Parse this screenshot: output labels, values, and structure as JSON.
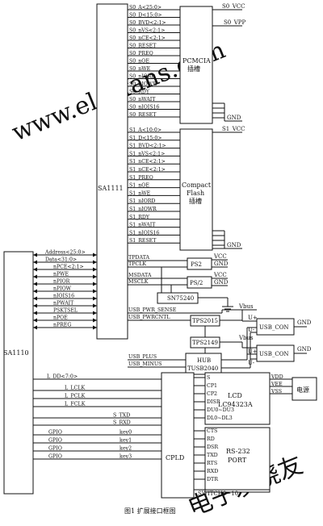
{
  "blocks": {
    "sa1111": "SA1111",
    "sa1110": "SA1110",
    "pcmcia": "PCMCIA\n插槽",
    "cf": "Compact\nFlash\n插槽",
    "ps2a": "PS2",
    "ps2b": "PS/2",
    "sn": "SN75240",
    "tps2015": "TPS2015",
    "tps2149": "TPS2149",
    "hub": "HUB\nTUSB2040",
    "usbcon1": "USB_CON",
    "usbcon2": "USB_CON",
    "lcd": "LCD\nLC94323A",
    "cpld": "CPLD",
    "rs232": "RS-232\nPORT",
    "power": "电源"
  },
  "pcmcia_signals": [
    "S0_A<25:0>",
    "S0_D<15:0>",
    "S0_BVD<2:1>",
    "S0_nVS<2:1>",
    "S0_nCE<2:1>",
    "S0_RESET",
    "S0_PREQ",
    "S0_nOE",
    "S0_nWE",
    "S0_nIORD",
    "S0_nIOWR",
    "S0_RDY",
    "S0_nWAIT",
    "S0_nIOIS16",
    "S0_RESET"
  ],
  "cf_signals": [
    "S1_A<10:0>",
    "S1_D<15:0>",
    "S1_BVD<2:1>",
    "S1_nVS<2:1>",
    "S1_nCE<2:1>",
    "S1_nCE<2:1>",
    "S1_PREQ",
    "S1_nOE",
    "S1_nWE",
    "S1_nIORD",
    "S1_nIOWR",
    "S1_RDY",
    "S1_nWAIT",
    "S1_nIOIS16",
    "S1_RESET"
  ],
  "bus_signals": [
    "Address<25:0>",
    "Data<31:0>",
    "nPCE<2:1>",
    "nPWE",
    "nPIOR",
    "nPIOW",
    "nIOIS16",
    "nPWAIT",
    "PSKTSEL",
    "nPOE",
    "nPREG"
  ],
  "sa1111_misc": [
    "TPDATA",
    "TPCLK",
    "MSDATA",
    "MSCLK",
    "USB_PWR_SENSE",
    "USB_PWRCNTL",
    "USB_PLUS",
    "USB_MINUS"
  ],
  "lcd_bus": [
    "L_DD<7:0>",
    "L_LCLK",
    "L_PCLK",
    "L_FCLK"
  ],
  "serial": [
    "S_TXD",
    "S_RXD"
  ],
  "gpio": [
    "GPIO",
    "GPIO",
    "GPIO",
    "GPIO"
  ],
  "keys": [
    "key0",
    "key1",
    "key2",
    "key3"
  ],
  "lcd_pins_left": [
    "S",
    "CP1",
    "CP2",
    "DISP",
    "DU0~DU3",
    "DL0~DL3"
  ],
  "lcd_pins_right": [
    "VDD",
    "VEE",
    "VSS"
  ],
  "rs232_pins": [
    "CTS",
    "RD",
    "DSR",
    "TXD",
    "RTS",
    "RXD",
    "DTR"
  ],
  "switch_label": "SWITCH0~10",
  "rails": {
    "vcc": "S0_VCC",
    "vpp": "S0_VPP",
    "gnd": "GND",
    "s1vcc": "S1_VCC",
    "vcc2": "VCC",
    "vbus": "Vbus",
    "uplus": "U+",
    "uminus": "U-"
  },
  "caption": "图1  扩展接口框图",
  "watermarks": [
    "www.elecfans.com",
    "电子发烧友"
  ]
}
